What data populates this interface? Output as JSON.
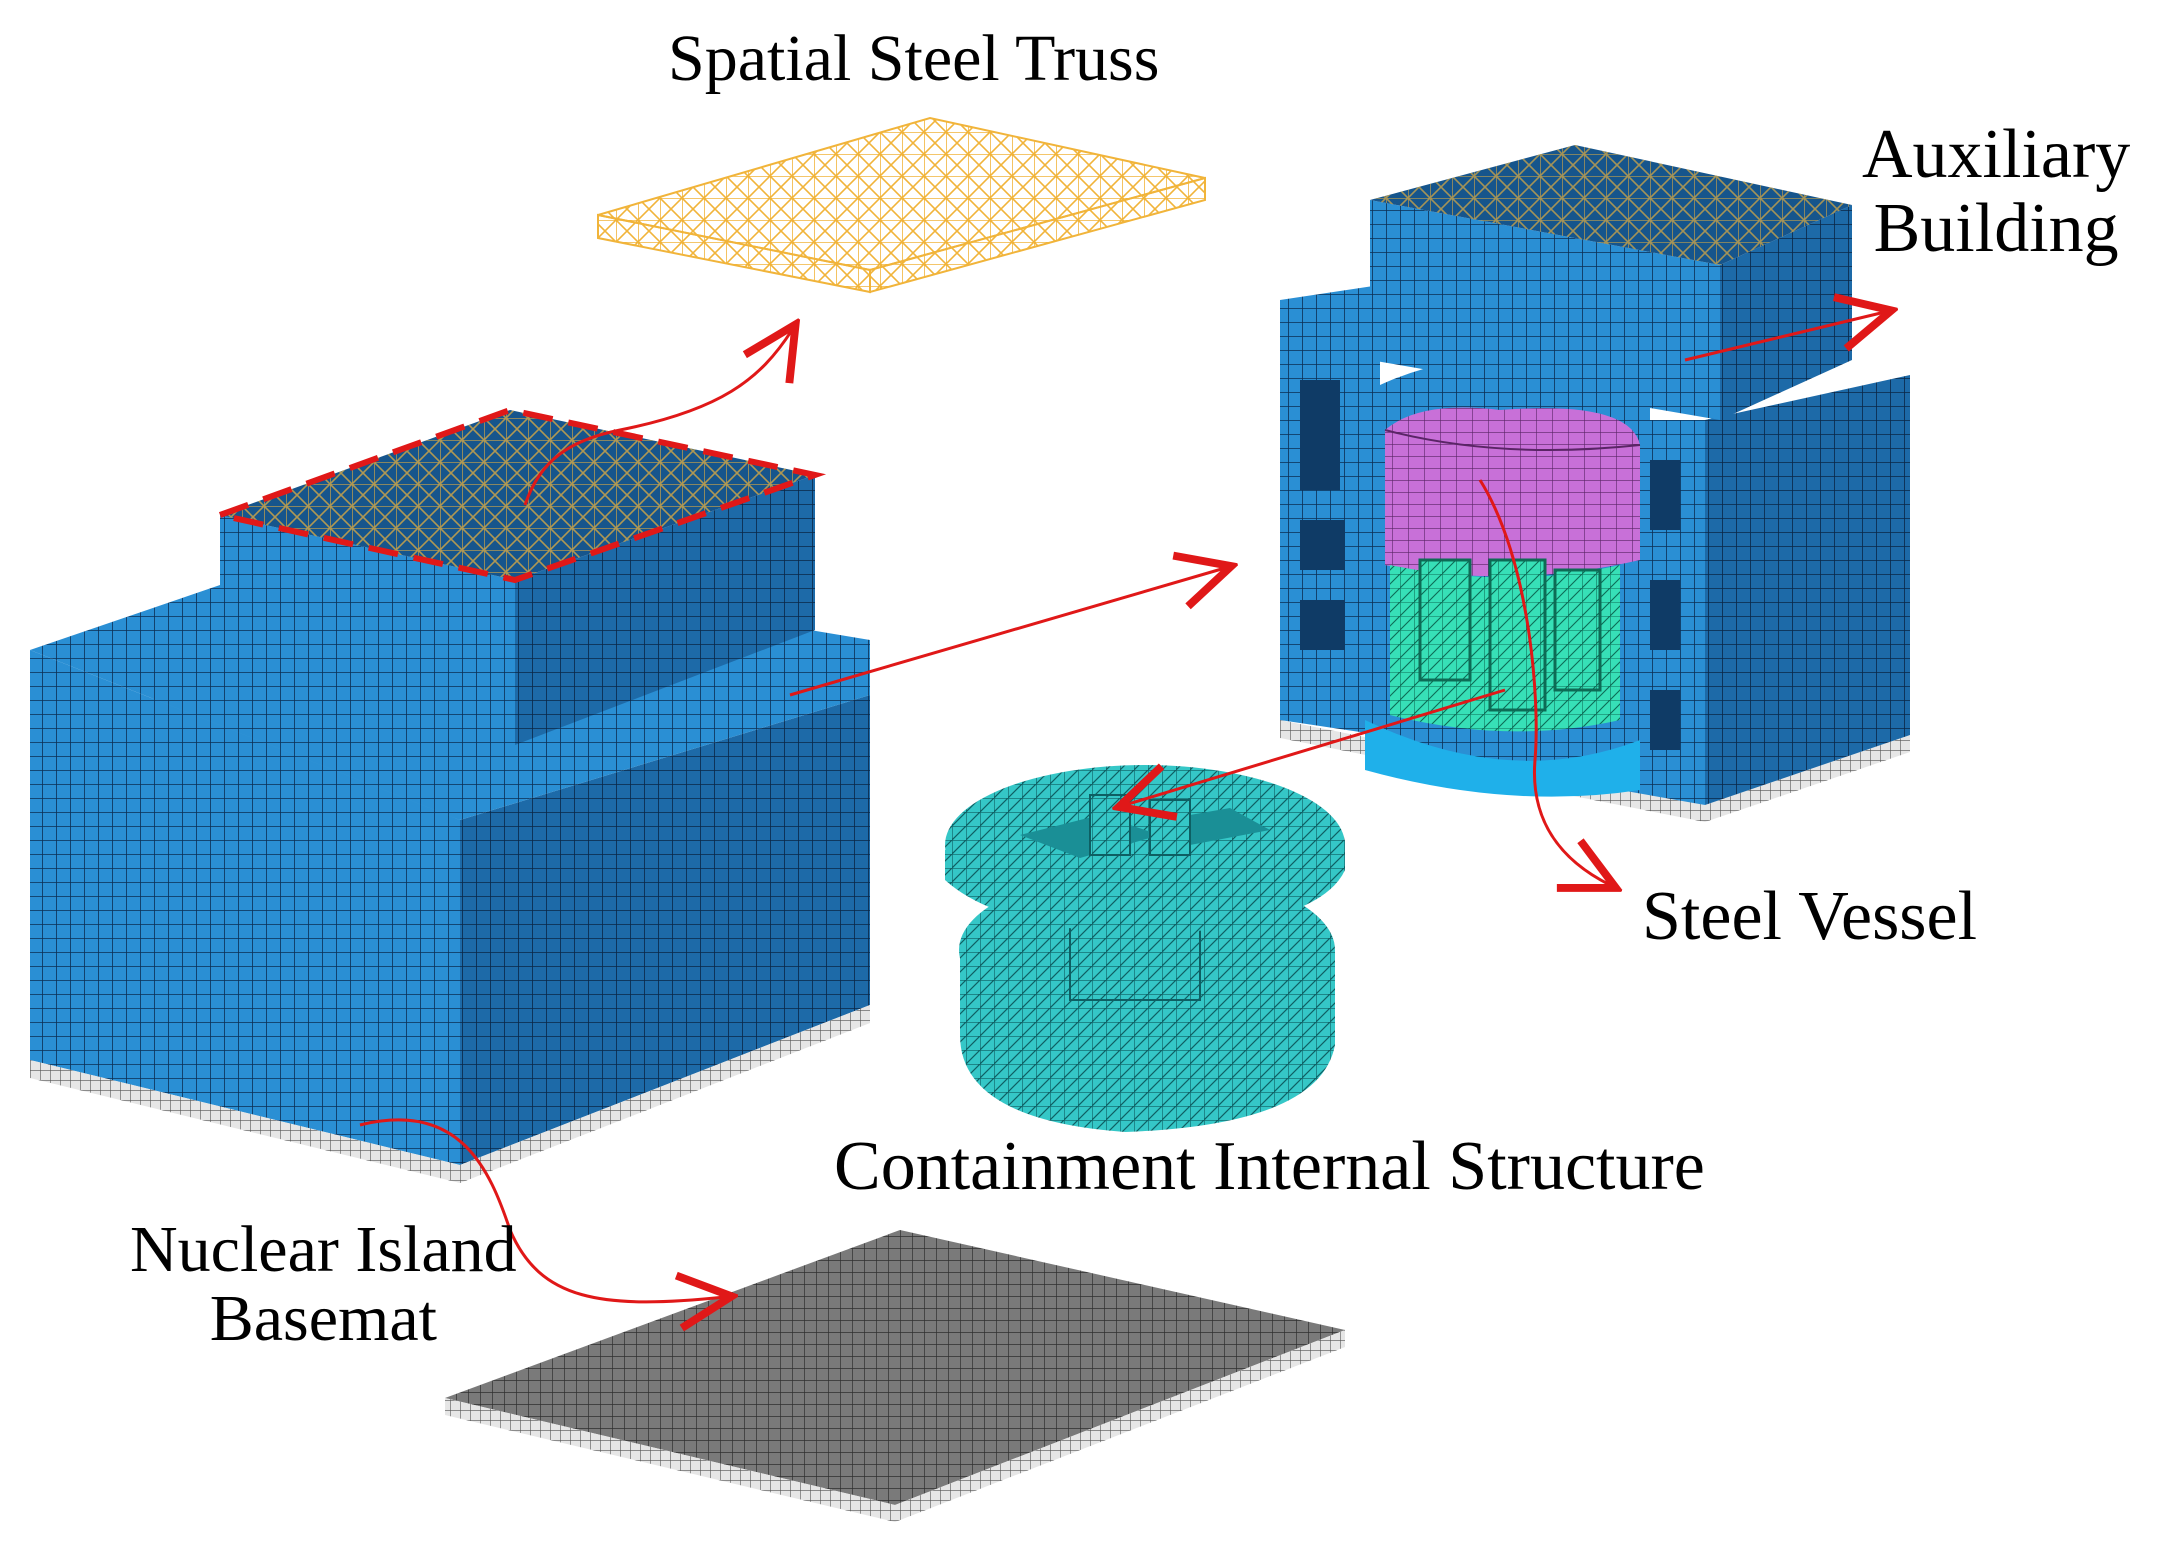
{
  "labels": {
    "spatial_steel_truss": "Spatial Steel Truss",
    "auxiliary_building_line1": "Auxiliary",
    "auxiliary_building_line2": "Building",
    "steel_vessel": "Steel Vessel",
    "containment_internal_structure": "Containment Internal Structure",
    "nuclear_island_basemat_line1": "Nuclear Island",
    "nuclear_island_basemat_line2": "Basemat"
  },
  "colors": {
    "concrete_blue": "#2a8fd4",
    "concrete_dark": "#1b5f95",
    "mesh_line": "#0b2f55",
    "truss_yellow": "#f5c04a",
    "vessel_purple": "#c46ed6",
    "internal_cyan": "#3fe0c8",
    "basemat_gray": "#6d6d6d",
    "arrow_red": "#e01818"
  }
}
